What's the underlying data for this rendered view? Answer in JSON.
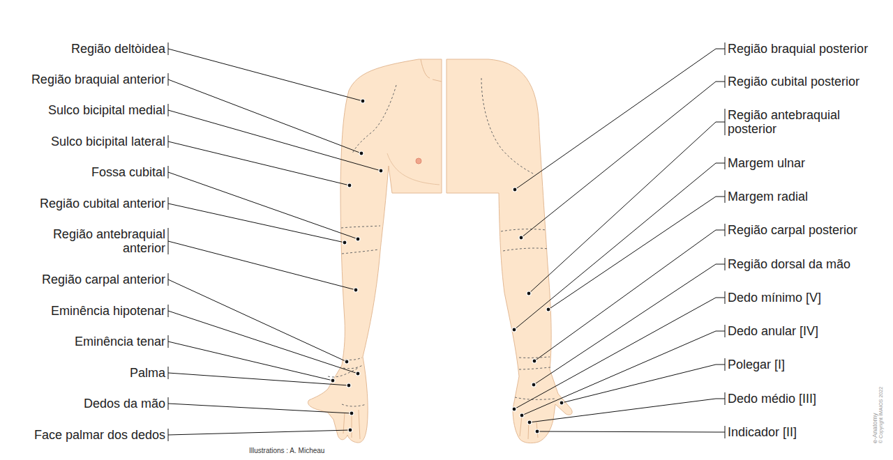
{
  "diagram": {
    "labels": [
      "Região deltòidea",
      "Região braquial anterior",
      "Sulco bicipital medial",
      "Sulco bicipital lateral",
      "Fossa cubital",
      "Região cubital anterior",
      "Região antebraquial anterior",
      "Região carpal anterior",
      "Eminência hipotenar",
      "Eminência tenar",
      "Palma",
      "Dedos da mão",
      "Face palmar dos dedos",
      "Região braquial posterior",
      "Região cubital posterior",
      "Região antebraquial posterior",
      "Margem ulnar",
      "Margem radial",
      "Região carpal posterior",
      "Região dorsal da mão",
      "Dedo mínimo [V]",
      "Dedo anular [IV]",
      "Polegar [I]",
      "Dedo médio [III]",
      "Indicador [II]",
      "Illustrations : A. Micheau",
      "e-Anatomy",
      "© Copyright IMAIOS 2022"
    ]
  }
}
